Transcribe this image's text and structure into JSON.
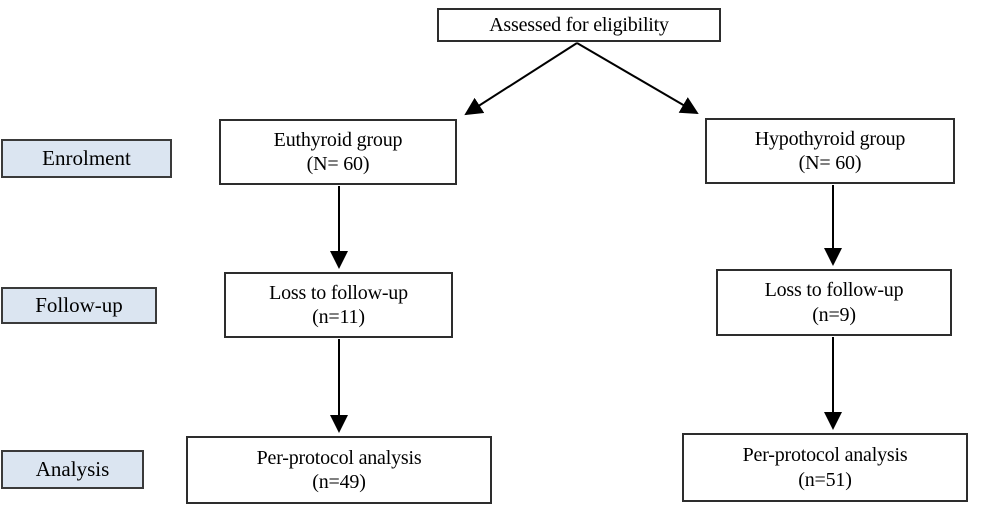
{
  "colors": {
    "background": "#ffffff",
    "box_fill": "#ffffff",
    "box_border": "#2d2d2d",
    "stage_label_fill": "#dbe5f1",
    "arrow": "#000000",
    "text": "#000000"
  },
  "stage_labels": [
    {
      "label": "Enrolment"
    },
    {
      "label": "Follow-up"
    },
    {
      "label": "Analysis"
    }
  ],
  "nodes": {
    "assessed": {
      "line1": "Assessed for eligibility"
    },
    "euthyroid": {
      "line1": "Euthyroid group",
      "line2": "(N= 60)"
    },
    "hypothyroid": {
      "line1": "Hypothyroid group",
      "line2": "(N= 60)"
    },
    "loss_left": {
      "line1": "Loss to follow-up",
      "line2": "(n=11)"
    },
    "loss_right": {
      "line1": "Loss to follow-up",
      "line2": "(n=9)"
    },
    "analysis_left": {
      "line1": "Per-protocol analysis",
      "line2": "(n=49)"
    },
    "analysis_right": {
      "line1": "Per-protocol analysis",
      "line2": "(n=51)"
    }
  }
}
